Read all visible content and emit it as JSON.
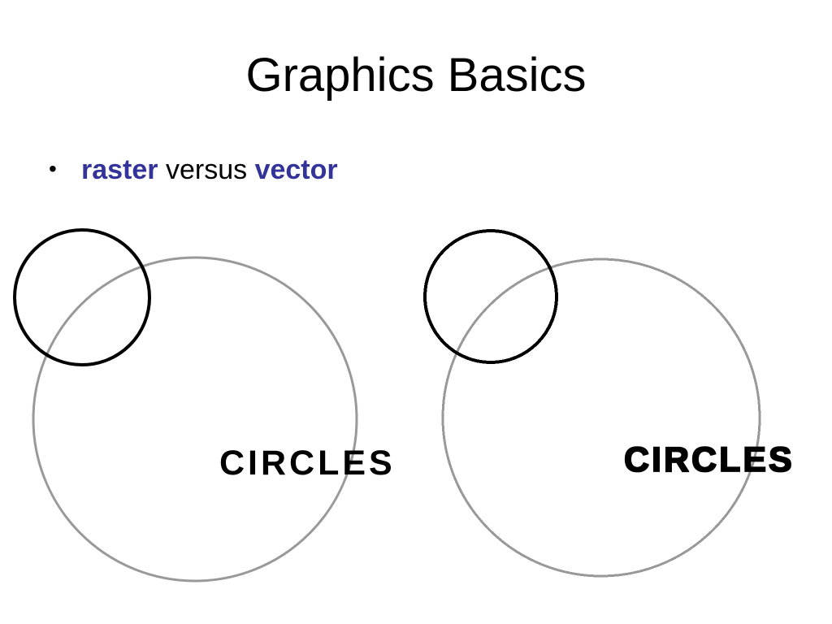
{
  "slide": {
    "title": "Graphics Basics",
    "bullet": {
      "term1": "raster",
      "connector": "versus",
      "term2": "vector"
    }
  },
  "figures": {
    "raster": {
      "label": "CIRCLES"
    },
    "vector": {
      "label": "CIRCLES"
    }
  },
  "colors": {
    "emphasis": "#333399",
    "text": "#000000",
    "small_circle_stroke": "#000000",
    "large_circle_stroke": "#999999",
    "background": "#ffffff"
  }
}
